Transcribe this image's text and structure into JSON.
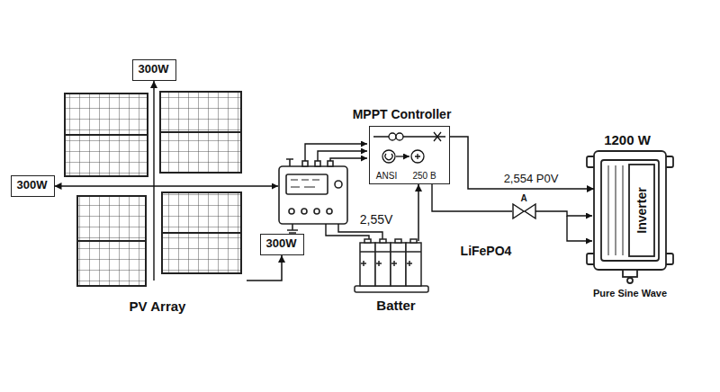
{
  "diagram": {
    "nodes": [
      {
        "text": [
          "PV Array"
        ]
      },
      {
        "text": [
          "300W"
        ]
      },
      {
        "text": [
          "300W"
        ]
      },
      {
        "text": [
          "300W"
        ]
      },
      {
        "text": [
          "MPPT Controller",
          "ANSI",
          "250 B"
        ]
      },
      {
        "text": [
          "1200 W",
          "Inverter",
          "Pure Sine Wave"
        ]
      },
      {
        "text": [
          "Batter",
          "LiFePO4"
        ]
      }
    ],
    "edges": [
      {
        "from": 0,
        "to": 1,
        "arrow": "to"
      },
      {
        "from": 0,
        "to": 2,
        "arrow": "to"
      },
      {
        "from": 0,
        "to": 3,
        "arrow": "to"
      },
      {
        "from": 4,
        "to": 5,
        "arrow": "to",
        "label": "2,554 P0V"
      },
      {
        "from": 6,
        "to": 4,
        "arrow": "to"
      }
    ],
    "labels": [
      "2,55V",
      "A"
    ]
  }
}
